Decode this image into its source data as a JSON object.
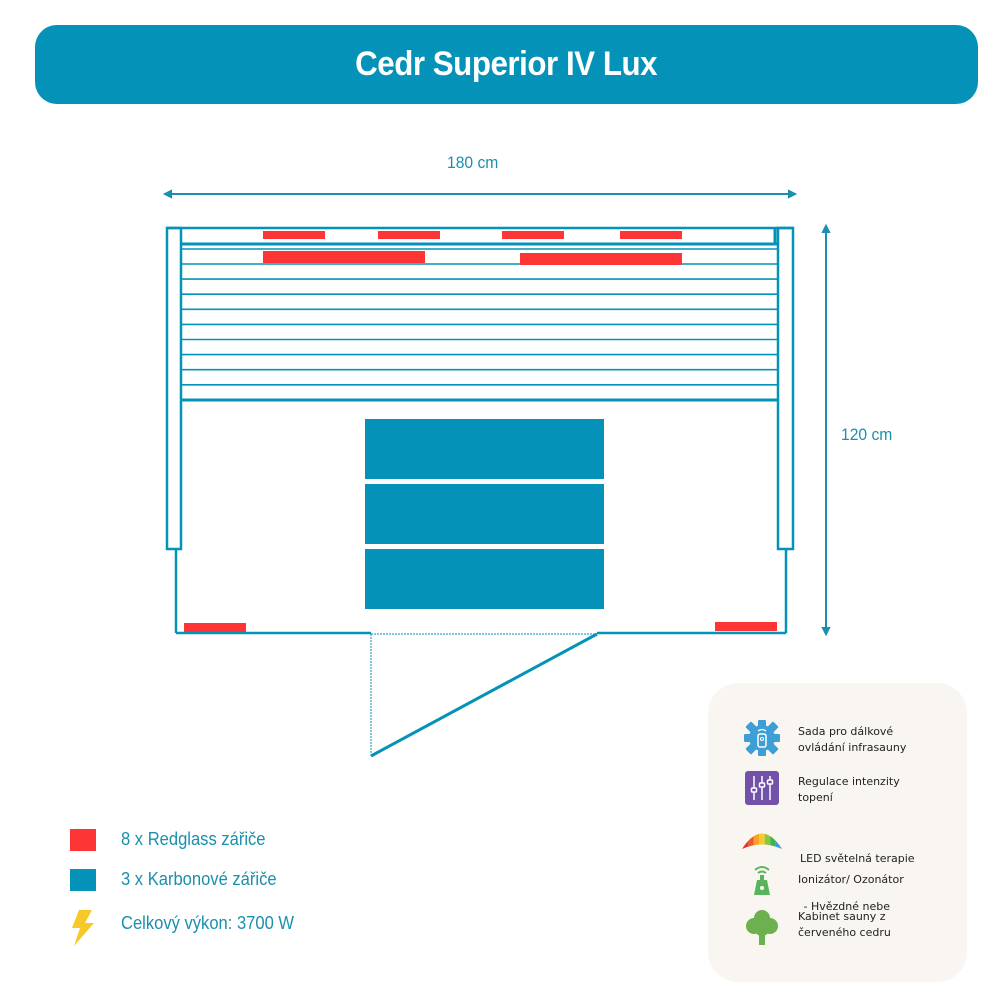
{
  "title": "Cedr Superior IV Lux",
  "dimensions": {
    "width_label": "180 cm",
    "depth_label": "120 cm"
  },
  "colors": {
    "brand": "#0592b8",
    "redglass": "#fe3535",
    "carbon": "#0592b8",
    "text": "#1a8fae",
    "panel_bg": "#f9f6f2"
  },
  "plan": {
    "redglass_heater_count": 8,
    "carbon_heater_count": 3,
    "bench_slat_count": 8
  },
  "legend": [
    {
      "icon": "red-square",
      "label": "8 x Redglass zářiče"
    },
    {
      "icon": "blue-square",
      "label": "3 x Karbonové zářiče"
    },
    {
      "icon": "lightning-icon",
      "label": "Celkový výkon: 3700 W"
    }
  ],
  "features": [
    {
      "icon": "remote-gear-icon",
      "lines": [
        "Sada pro dálkové",
        "ovládání infrasauny"
      ]
    },
    {
      "icon": "sliders-icon",
      "lines": [
        "Regulace intenzity",
        "topení"
      ]
    },
    {
      "icon": "rainbow-icon",
      "lines": [
        "LED světelná terapie",
        " - Hvězdné nebe"
      ]
    },
    {
      "icon": "ionizer-icon",
      "lines": [
        "Ionizátor/ Ozonátor"
      ]
    },
    {
      "icon": "tree-icon",
      "lines": [
        "Kabinet sauny z",
        "červeného cedru"
      ]
    }
  ]
}
